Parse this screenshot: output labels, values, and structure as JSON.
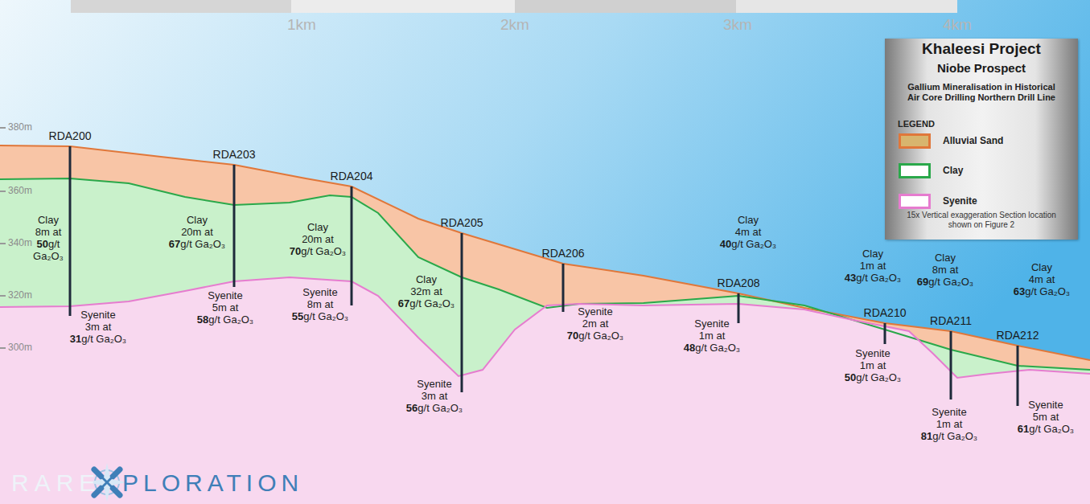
{
  "diagram": {
    "title": "Khaleesi Project",
    "labels": [
      "1km",
      "2km",
      "3km",
      "4km",
      "380m",
      "360m",
      "340m",
      "320m",
      "300m",
      "Niobe Prospect",
      "Gallium Mineralisation in Historical Air Core Drilling Northern Drill Line",
      "LEGEND",
      "15x Vertical exaggeration Section location shown on Figure 2",
      "RDA200",
      "Clay 8m at 50g/t Ga₂O₃",
      "Syenite 3m at 31g/t Ga₂O₃",
      "RDA203",
      "Clay 20m at 67g/t Ga₂O₃",
      "Syenite 5m at 58g/t Ga₂O₃",
      "RDA204",
      "Clay 20m at 70g/t Ga₂O₃",
      "Syenite 8m at 55g/t Ga₂O₃",
      "RDA205",
      "Clay 32m at 67g/t Ga₂O₃",
      "Syenite 3m at 56g/t Ga₂O₃",
      "RDA206",
      "Syenite 2m at 70g/t Ga₂O₃",
      "Clay 4m at 40g/t Ga₂O₃",
      "RDA208",
      "Syenite 1m at 48g/t Ga₂O₃",
      "Clay 1m at 43g/t Ga₂O₃",
      "RDA210",
      "Syenite 1m at 50g/t Ga₂O₃",
      "Clay 8m at 69g/t Ga₂O₃",
      "RDA211",
      "Syenite 1m at 81g/t Ga₂O₃",
      "Clay 4m at 63g/t Ga₂O₃",
      "RDA212",
      "Syenite 5m at 61g/t Ga₂O₃",
      "RARE",
      "PLORATION"
    ],
    "legend": [
      {
        "text": "Alluvial Sand",
        "color": "#d8b56e"
      },
      {
        "text": "Clay",
        "color": "#ffffff"
      },
      {
        "text": "Syenite",
        "color": "#ffffff"
      }
    ]
  }
}
